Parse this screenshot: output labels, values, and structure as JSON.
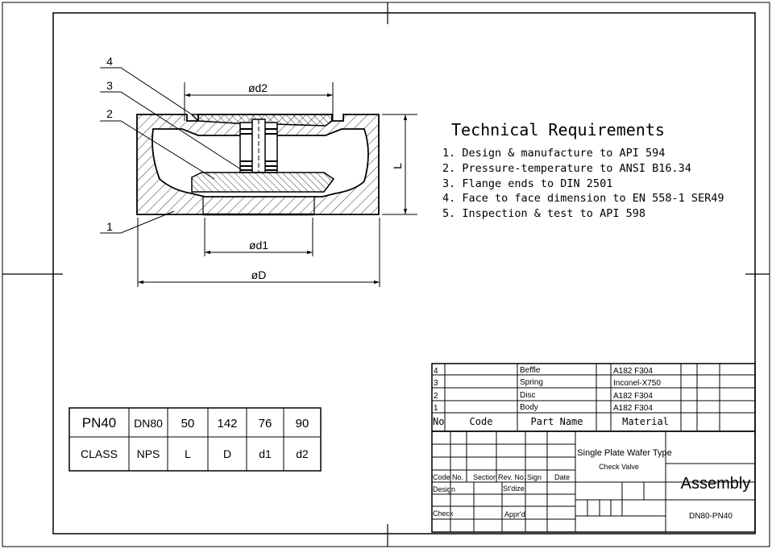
{
  "callouts": [
    "4",
    "3",
    "2",
    "1"
  ],
  "dimensions": {
    "d2": "ød2",
    "d1": "ød1",
    "D": "øD",
    "L": "L"
  },
  "technical": {
    "title": "Technical Requirements",
    "items": [
      "1. Design & manufacture to API 594",
      "2. Pressure-temperature to ANSI B16.34",
      "3. Flange ends to DIN 2501",
      "4. Face to face dimension to EN 558-1 SER49",
      "5. Inspection & test to API 598"
    ]
  },
  "spec_table": {
    "row1": [
      "PN40",
      "DN80",
      "50",
      "142",
      "76",
      "90"
    ],
    "row2": [
      "CLASS",
      "NPS",
      "L",
      "D",
      "d1",
      "d2"
    ]
  },
  "parts_list": {
    "rows": [
      {
        "no": "4",
        "name": "Beffle",
        "material": "A182 F304"
      },
      {
        "no": "3",
        "name": "Spring",
        "material": "Inconel-X750"
      },
      {
        "no": "2",
        "name": "Disc",
        "material": "A182 F304"
      },
      {
        "no": "1",
        "name": "Body",
        "material": "A182 F304"
      }
    ],
    "header": {
      "no": "No",
      "code": "Code",
      "part_name": "Part Name",
      "material": "Material"
    }
  },
  "title_block": {
    "product_line1": "Single Plate Wafer Type",
    "product_line2": "Check Valve",
    "drawing_type": "Assembly",
    "model": "DN80-PN40",
    "labels": {
      "code": "Code",
      "no": "No.",
      "section": "Section",
      "rev_no": "Rev. No.",
      "sign": "Sign",
      "date": "Date",
      "design": "Design",
      "stdize": "St'dize",
      "check": "Check",
      "apprd": "Appr'd"
    }
  }
}
